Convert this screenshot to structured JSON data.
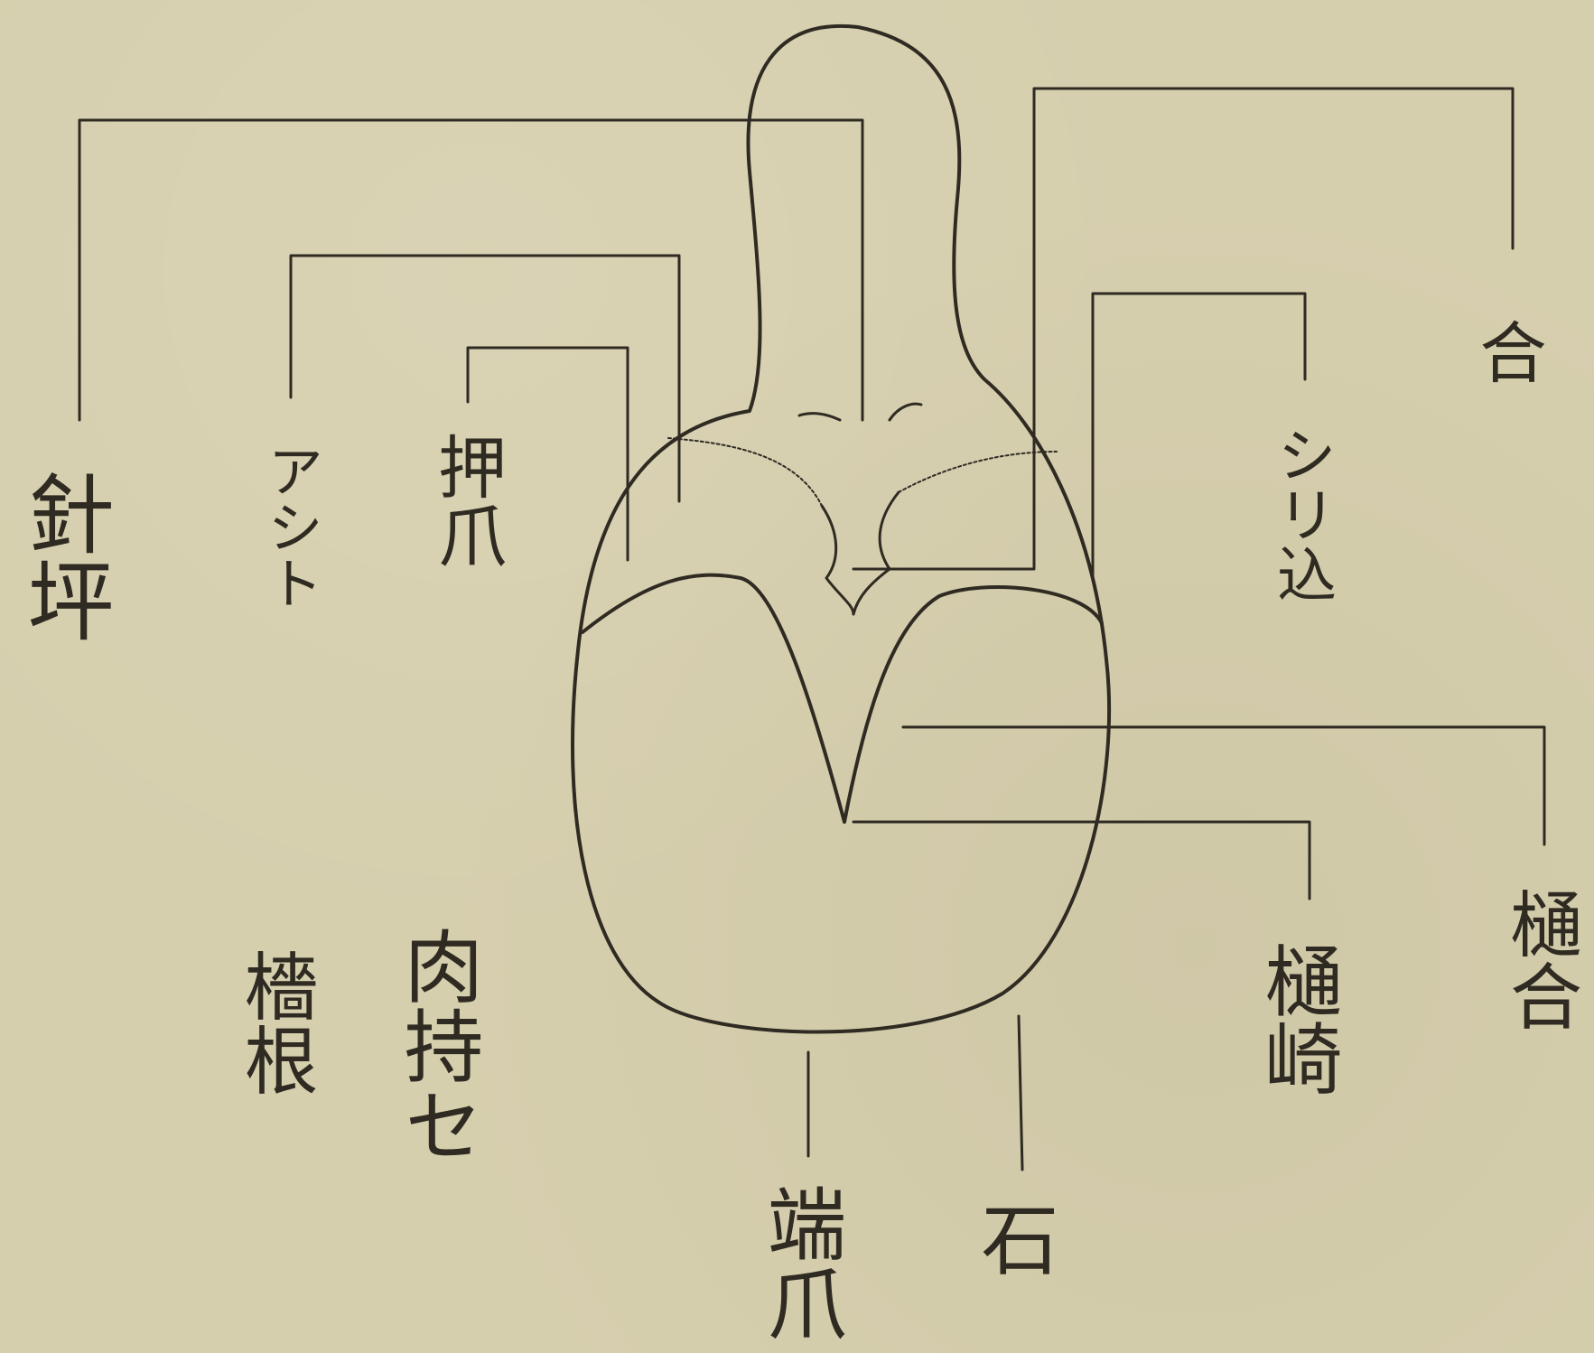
{
  "colors": {
    "paper": "#d6cfae",
    "ink": "#2f2b22"
  },
  "labels": {
    "hari_tsubo": "針坪",
    "ashido": "アシト",
    "oshi_hatsu": "押爪",
    "ai_top": "合",
    "shirikomi": "シリ込",
    "hi_ai": "樋合",
    "hi_saki": "樋崎",
    "kakine": "檣根",
    "nikumochi": "肉持セ",
    "tan_hatsu": "端爪",
    "ishi": "石"
  }
}
